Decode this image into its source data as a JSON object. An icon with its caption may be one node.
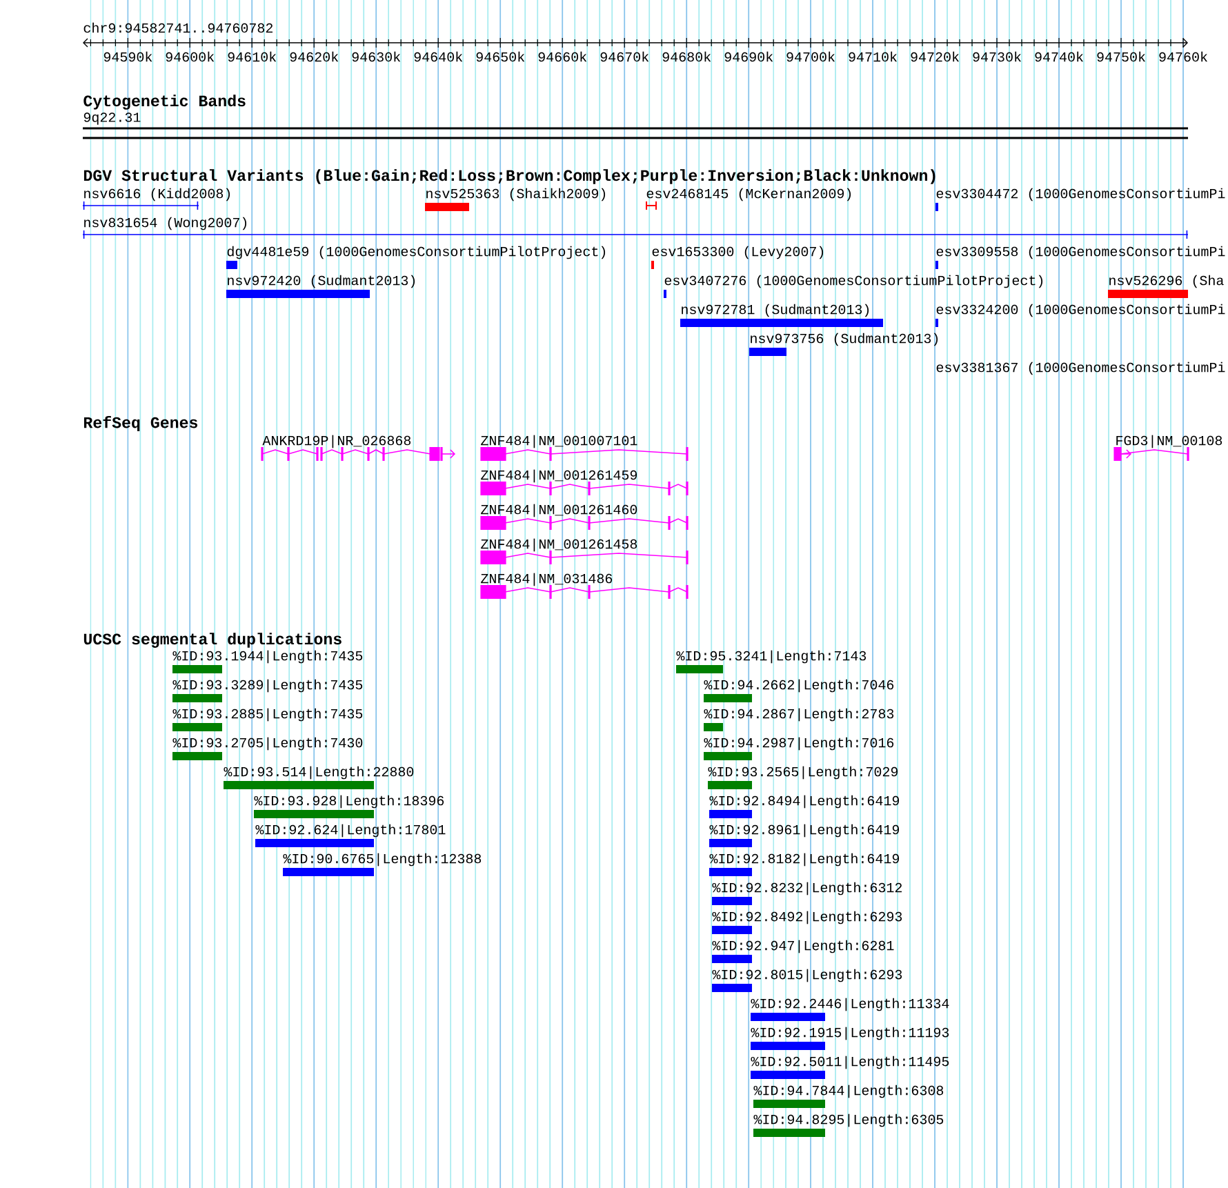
{
  "diagram": {
    "labels": [
      "chr9:94582741..94760782",
      "94590k",
      "94600k",
      "94610k",
      "94620k",
      "94630k",
      "94640k",
      "94650k",
      "94660k",
      "94670k",
      "94680k",
      "94690k",
      "94700k",
      "94710k",
      "94720k",
      "94730k",
      "94740k",
      "94750k",
      "94760k",
      "Cytogenetic Bands",
      "9q22.31",
      "DGV Structural Variants (Blue:Gain;Red:Loss;Brown:Complex;Purple:Inversion;Black:Unknown)",
      "nsv6616 (Kidd2008)",
      "nsv525363 (Shaikh2009)",
      "esv2468145 (McKernan2009)",
      "esv3304472 (1000GenomesConsortiumPi",
      "nsv831654 (Wong2007)",
      "dgv4481e59 (1000GenomesConsortiumPilotProject)",
      "esv1653300 (Levy2007)",
      "esv3309558 (1000GenomesConsortiumPi",
      "nsv972420 (Sudmant2013)",
      "esv3407276 (1000GenomesConsortiumPilotProject)",
      "nsv526296 (Sha",
      "nsv972781 (Sudmant2013)",
      "esv3324200 (1000GenomesConsortiumPi",
      "nsv973756 (Sudmant2013)",
      "esv3381367 (1000GenomesConsortiumPi",
      "RefSeq Genes",
      "ANKRD19P|NR_026868",
      "ZNF484|NM_001007101",
      "FGD3|NM_00108",
      "ZNF484|NM_001261459",
      "ZNF484|NM_001261460",
      "ZNF484|NM_001261458",
      "ZNF484|NM_031486",
      "UCSC segmental duplications",
      "%ID:93.1944|Length:7435",
      "%ID:95.3241|Length:7143",
      "%ID:93.3289|Length:7435",
      "%ID:94.2662|Length:7046",
      "%ID:93.2885|Length:7435",
      "%ID:94.2867|Length:2783",
      "%ID:93.2705|Length:7430",
      "%ID:94.2987|Length:7016",
      "%ID:93.514|Length:22880",
      "%ID:93.2565|Length:7029",
      "%ID:93.928|Length:18396",
      "%ID:92.8494|Length:6419",
      "%ID:92.624|Length:17801",
      "%ID:92.8961|Length:6419",
      "%ID:90.6765|Length:12388",
      "%ID:92.8182|Length:6419",
      "%ID:92.8232|Length:6312",
      "%ID:92.8492|Length:6293",
      "%ID:92.947|Length:6281",
      "%ID:92.8015|Length:6293",
      "%ID:92.2446|Length:11334",
      "%ID:92.1915|Length:11193",
      "%ID:92.5011|Length:11495",
      "%ID:94.7844|Length:6308",
      "%ID:94.8295|Length:6305"
    ]
  }
}
